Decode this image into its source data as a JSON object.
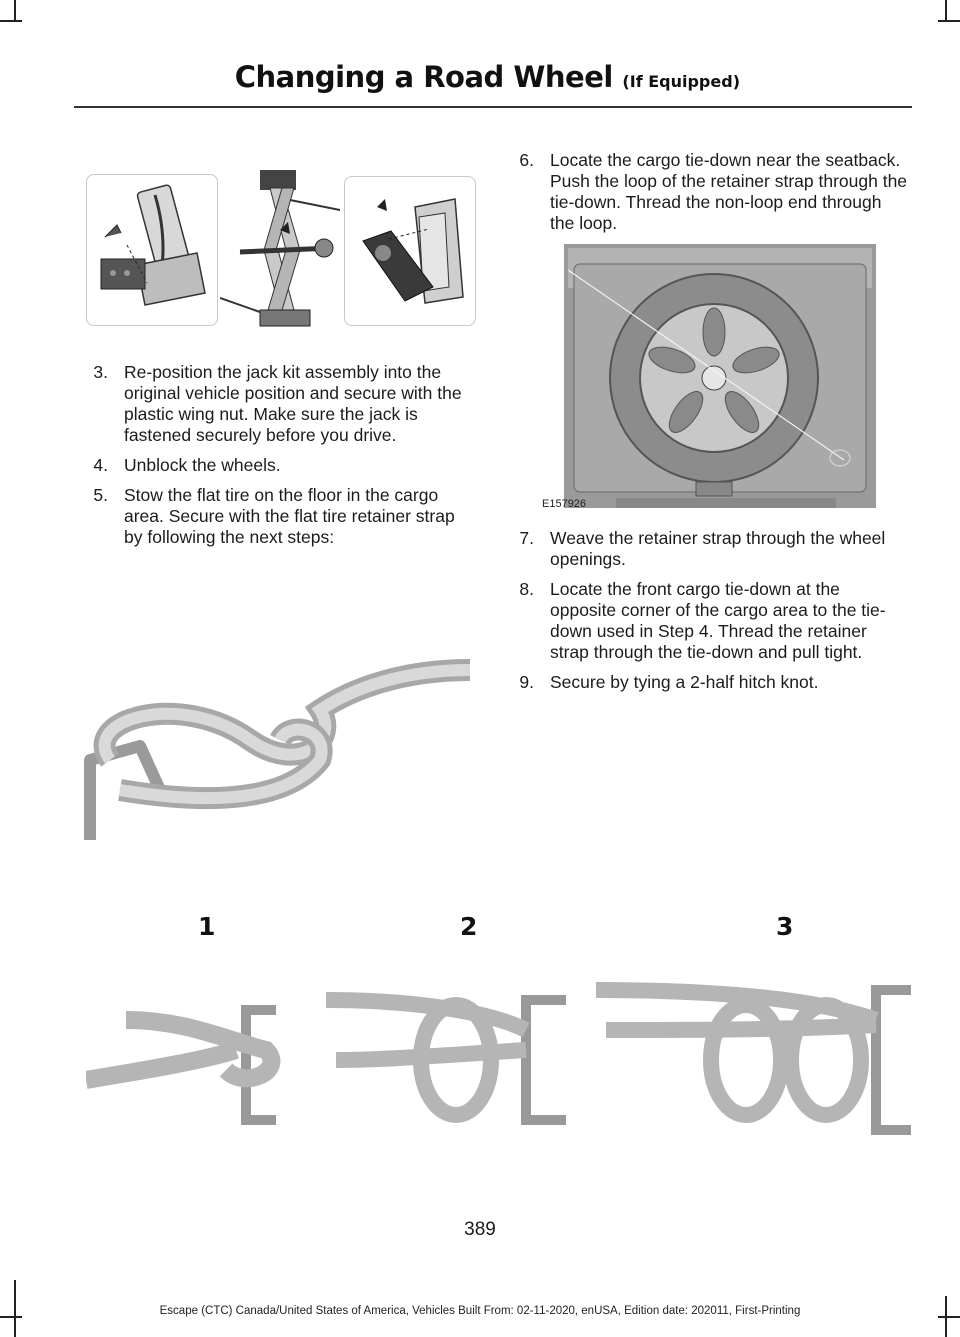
{
  "header": {
    "title": "Changing a Road Wheel",
    "subtitle": "(If Equipped)"
  },
  "left_steps": [
    {
      "num": "3.",
      "text": "Re-position the jack kit assembly into the original vehicle position and secure with the plastic wing nut. Make sure the jack is fastened securely before you drive."
    },
    {
      "num": "4.",
      "text": "Unblock the wheels."
    },
    {
      "num": "5.",
      "text": "Stow the flat tire on the floor in the cargo area. Secure with the flat tire retainer strap by following the next steps:"
    }
  ],
  "right_steps_top": [
    {
      "num": "6.",
      "text": "Locate the cargo tie-down near the seatback. Push the loop of the retainer strap through the tie-down. Thread the non-loop end through the loop."
    }
  ],
  "right_steps_bottom": [
    {
      "num": "7.",
      "text": "Weave the retainer strap through the wheel openings."
    },
    {
      "num": "8.",
      "text": "Locate the front cargo tie-down at the opposite corner of the cargo area to the tie-down used in Step 4. Thread the retainer strap through the tie-down and pull tight."
    },
    {
      "num": "9.",
      "text": "Secure by tying a 2-half hitch knot."
    }
  ],
  "figures": {
    "cargo_code": "E157926",
    "knot_labels": [
      "1",
      "2",
      "3"
    ]
  },
  "page_number": "389",
  "footer": "Escape (CTC) Canada/United States of America, Vehicles Built From: 02-11-2020, enUSA, Edition date: 202011, First-Printing"
}
